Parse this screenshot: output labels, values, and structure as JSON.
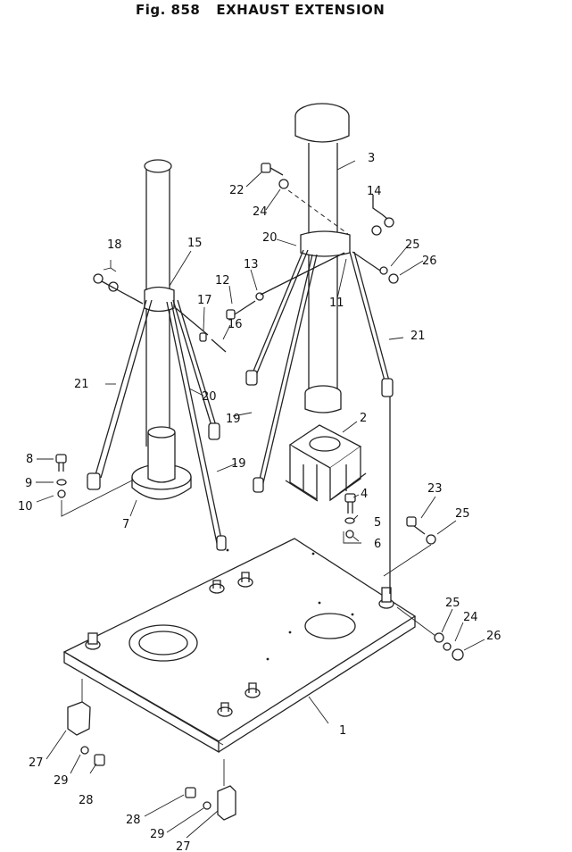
{
  "title": {
    "fig": "Fig. 858",
    "name": "EXHAUST EXTENSION"
  },
  "callouts": {
    "c1": "1",
    "c2": "2",
    "c3": "3",
    "c4": "4",
    "c5": "5",
    "c6": "6",
    "c7": "7",
    "c8": "8",
    "c9": "9",
    "c10": "10",
    "c11": "11",
    "c12": "12",
    "c13": "13",
    "c14": "14",
    "c15": "15",
    "c16": "16",
    "c17": "17",
    "c18": "18",
    "c19a": "19",
    "c19b": "19",
    "c20a": "20",
    "c20b": "20",
    "c21a": "21",
    "c21b": "21",
    "c22": "22",
    "c23": "23",
    "c24a": "24",
    "c24b": "24",
    "c25a": "25",
    "c25b": "25",
    "c25c": "25",
    "c26a": "26",
    "c26b": "26",
    "c27a": "27",
    "c27b": "27",
    "c28a": "28",
    "c28b": "28",
    "c29a": "29",
    "c29b": "29"
  }
}
